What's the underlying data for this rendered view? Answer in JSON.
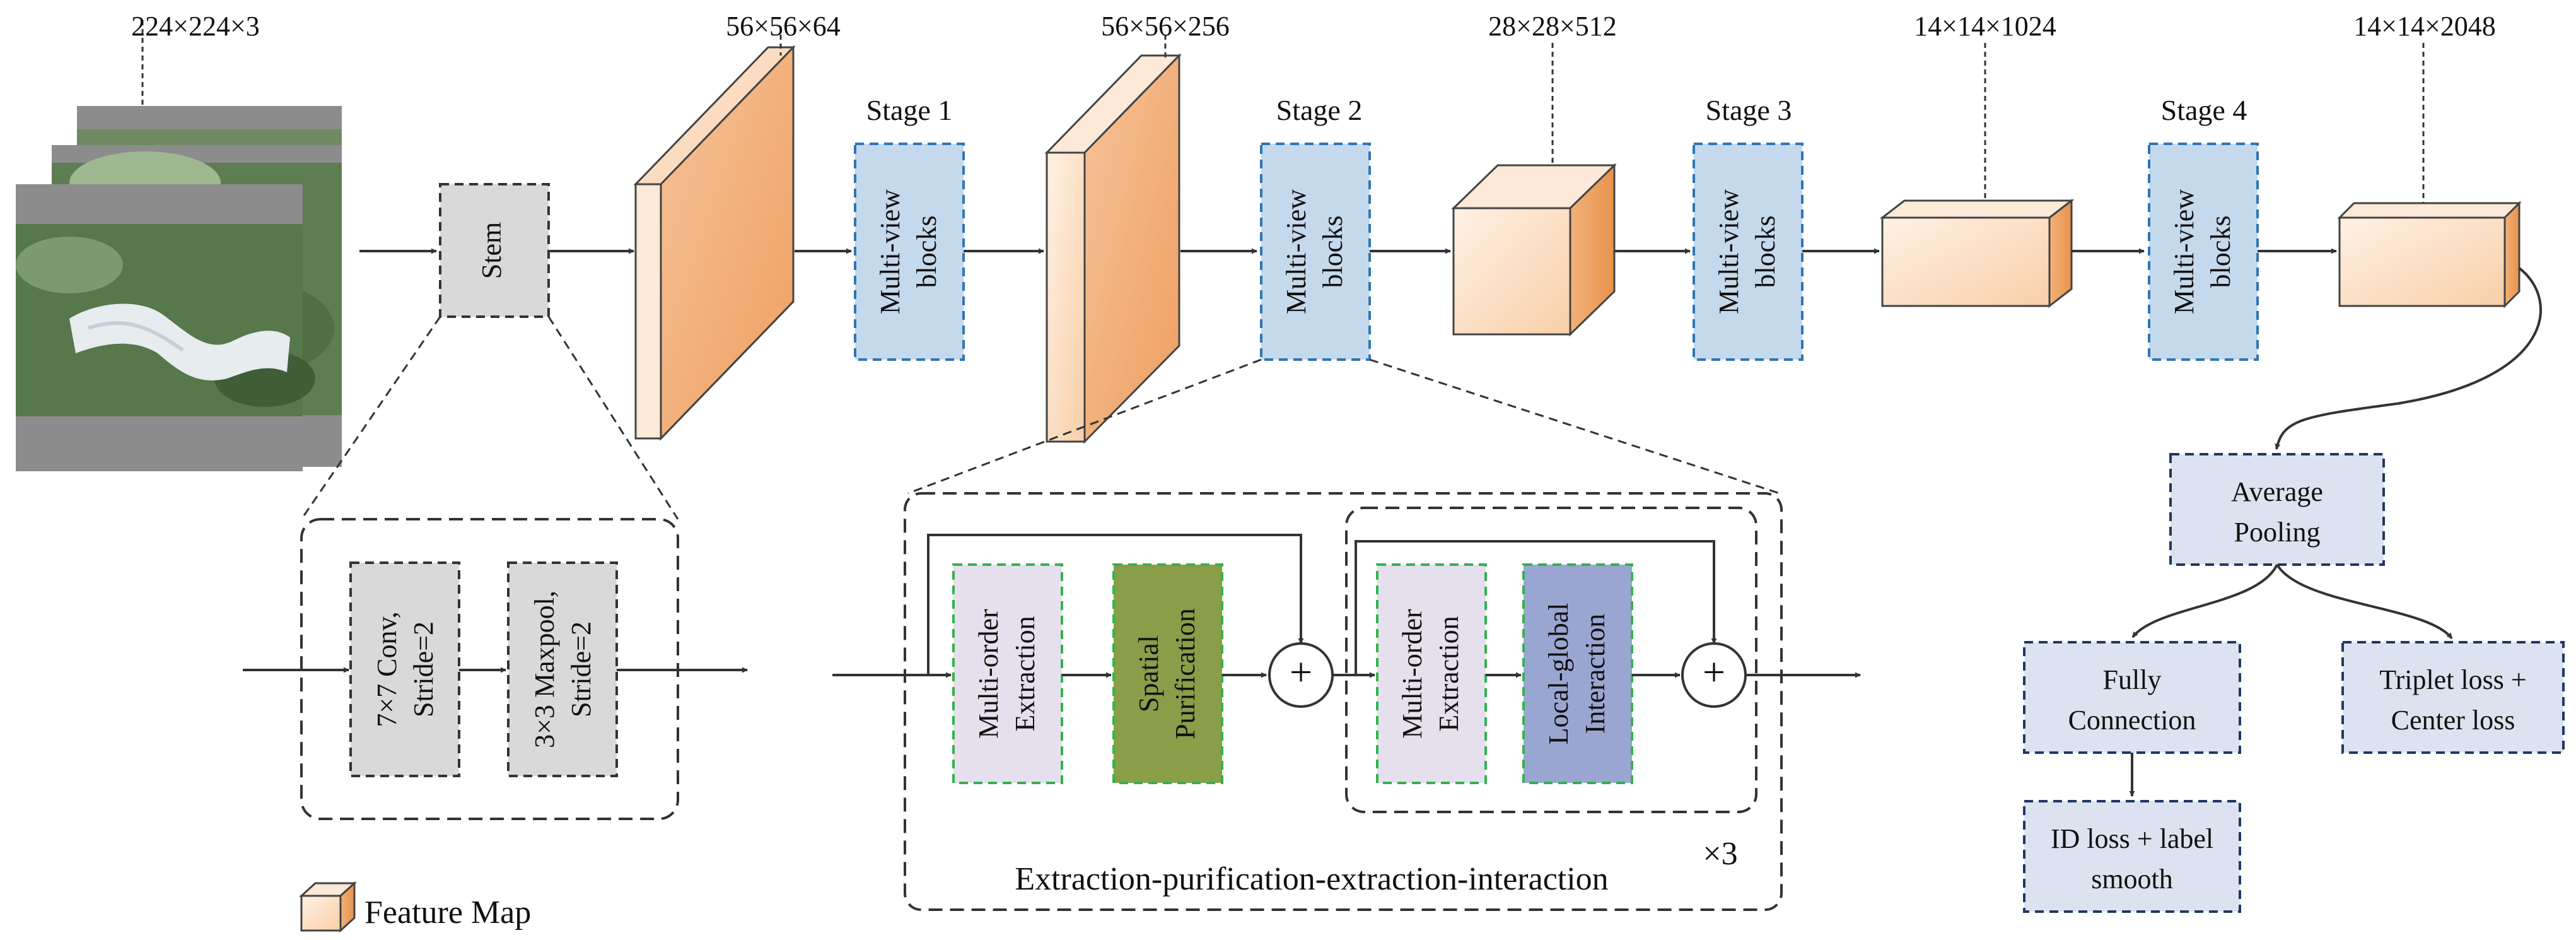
{
  "input": {
    "dim": "224×224×3"
  },
  "stem": {
    "label": "Stem"
  },
  "stem_detail": {
    "conv": [
      "7×7 Conv,",
      "Stride=2"
    ],
    "maxpool": [
      "3×3 Maxpool,",
      "Stride=2"
    ]
  },
  "feature_maps": [
    {
      "dim": "56×56×64"
    },
    {
      "dim": "56×56×256"
    },
    {
      "dim": "28×28×512"
    },
    {
      "dim": "14×14×1024"
    },
    {
      "dim": "14×14×2048"
    }
  ],
  "stages": [
    {
      "title": "Stage 1",
      "lines": [
        "Multi-view",
        "blocks"
      ]
    },
    {
      "title": "Stage 2",
      "lines": [
        "Multi-view",
        "blocks"
      ]
    },
    {
      "title": "Stage 3",
      "lines": [
        "Multi-view",
        "blocks"
      ]
    },
    {
      "title": "Stage 4",
      "lines": [
        "Multi-view",
        "blocks"
      ]
    }
  ],
  "block_detail": {
    "multi_order_1": [
      "Multi-order",
      "Extraction"
    ],
    "spatial": [
      "Spatial",
      "Purification"
    ],
    "multi_order_2": [
      "Multi-order",
      "Extraction"
    ],
    "local_global": [
      "Local-global",
      "Interaction"
    ],
    "plus": "+",
    "repeat": "×3",
    "caption": "Extraction-purification-extraction-interaction"
  },
  "head": {
    "avg_pool": [
      "Average",
      "Pooling"
    ],
    "fc": [
      "Fully",
      "Connection"
    ],
    "triplet": [
      "Triplet loss +",
      "Center loss"
    ],
    "id_loss": [
      "ID loss + label",
      "smooth"
    ]
  },
  "legend": {
    "label": "Feature Map"
  },
  "colors": {
    "stage_fill": "#c5d9ec",
    "stage_border": "#2e75b6",
    "stem_fill": "#d9d9d9",
    "feature_light": "#fbe3cf",
    "feature_dark": "#f0a868",
    "extraction_fill": "#e6e0ee",
    "extraction_border": "#33b24d",
    "spatial_fill": "#8a9e4a",
    "local_global_fill": "#9aa6d2",
    "head_fill": "#dde2f0",
    "head_border": "#1f3864"
  }
}
